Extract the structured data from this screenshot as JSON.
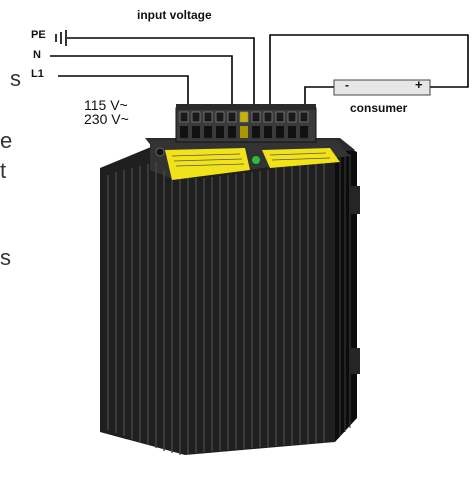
{
  "labels": {
    "input_voltage": "input voltage",
    "pe": "PE",
    "n": "N",
    "l1": "L1",
    "v115": "115 V~",
    "v230": "230 V~",
    "consumer": "consumer",
    "minus": "-",
    "plus": "+"
  },
  "side_fragments": {
    "f1": "s",
    "f2": "e",
    "f3": "t",
    "f4": "s"
  },
  "colors": {
    "heatsink": "#1f1f1f",
    "heatsink_dark": "#0c0c0c",
    "terminal_block": "#3a3a3a",
    "label_yellow": "#f2e21a",
    "consumer_box": "#e6e6e6",
    "wire": "#000000"
  }
}
